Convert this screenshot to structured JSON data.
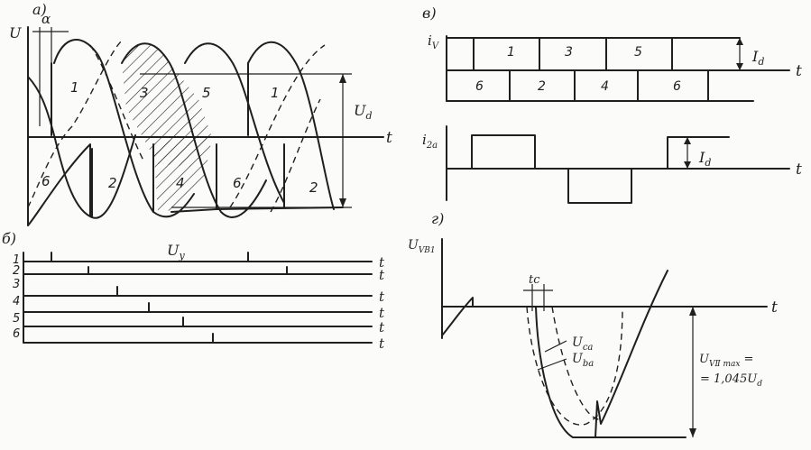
{
  "panel_a": {
    "label": "а)",
    "y_axis": "U",
    "alpha": "α",
    "x_axis": "t",
    "upper_phases": [
      "1",
      "3",
      "5",
      "1"
    ],
    "lower_phases": [
      "6",
      "2",
      "4",
      "6",
      "2"
    ],
    "ud": "U",
    "ud_sub": "d"
  },
  "panel_b": {
    "label": "б)",
    "pulse_label": "U",
    "pulse_label_sub": "y",
    "rows": [
      "1",
      "2",
      "3",
      "4",
      "5",
      "6"
    ],
    "x_axis": "t"
  },
  "panel_v": {
    "label": "в)",
    "iv": "i",
    "iv_sub": "V",
    "top_blocks": [
      "1",
      "3",
      "5"
    ],
    "bottom_blocks": [
      "6",
      "2",
      "4",
      "6"
    ],
    "id": "I",
    "id_sub": "d",
    "i2a": "i",
    "i2a_sub": "2a",
    "id2": "I",
    "id2_sub": "d",
    "x_axis": "t"
  },
  "panel_g": {
    "label": "г)",
    "uvb": "U",
    "uvb_sub": "VB1",
    "tc": "tc",
    "uca": "U",
    "uca_sub": "ca",
    "uba": "U",
    "uba_sub": "ba",
    "umax_line1_main": "U",
    "umax_line1_sub": "VⅡ max",
    "umax_line1_tail": " =",
    "umax_line2": "= 1,045U",
    "umax_line2_sub": "d",
    "x_axis": "t"
  }
}
